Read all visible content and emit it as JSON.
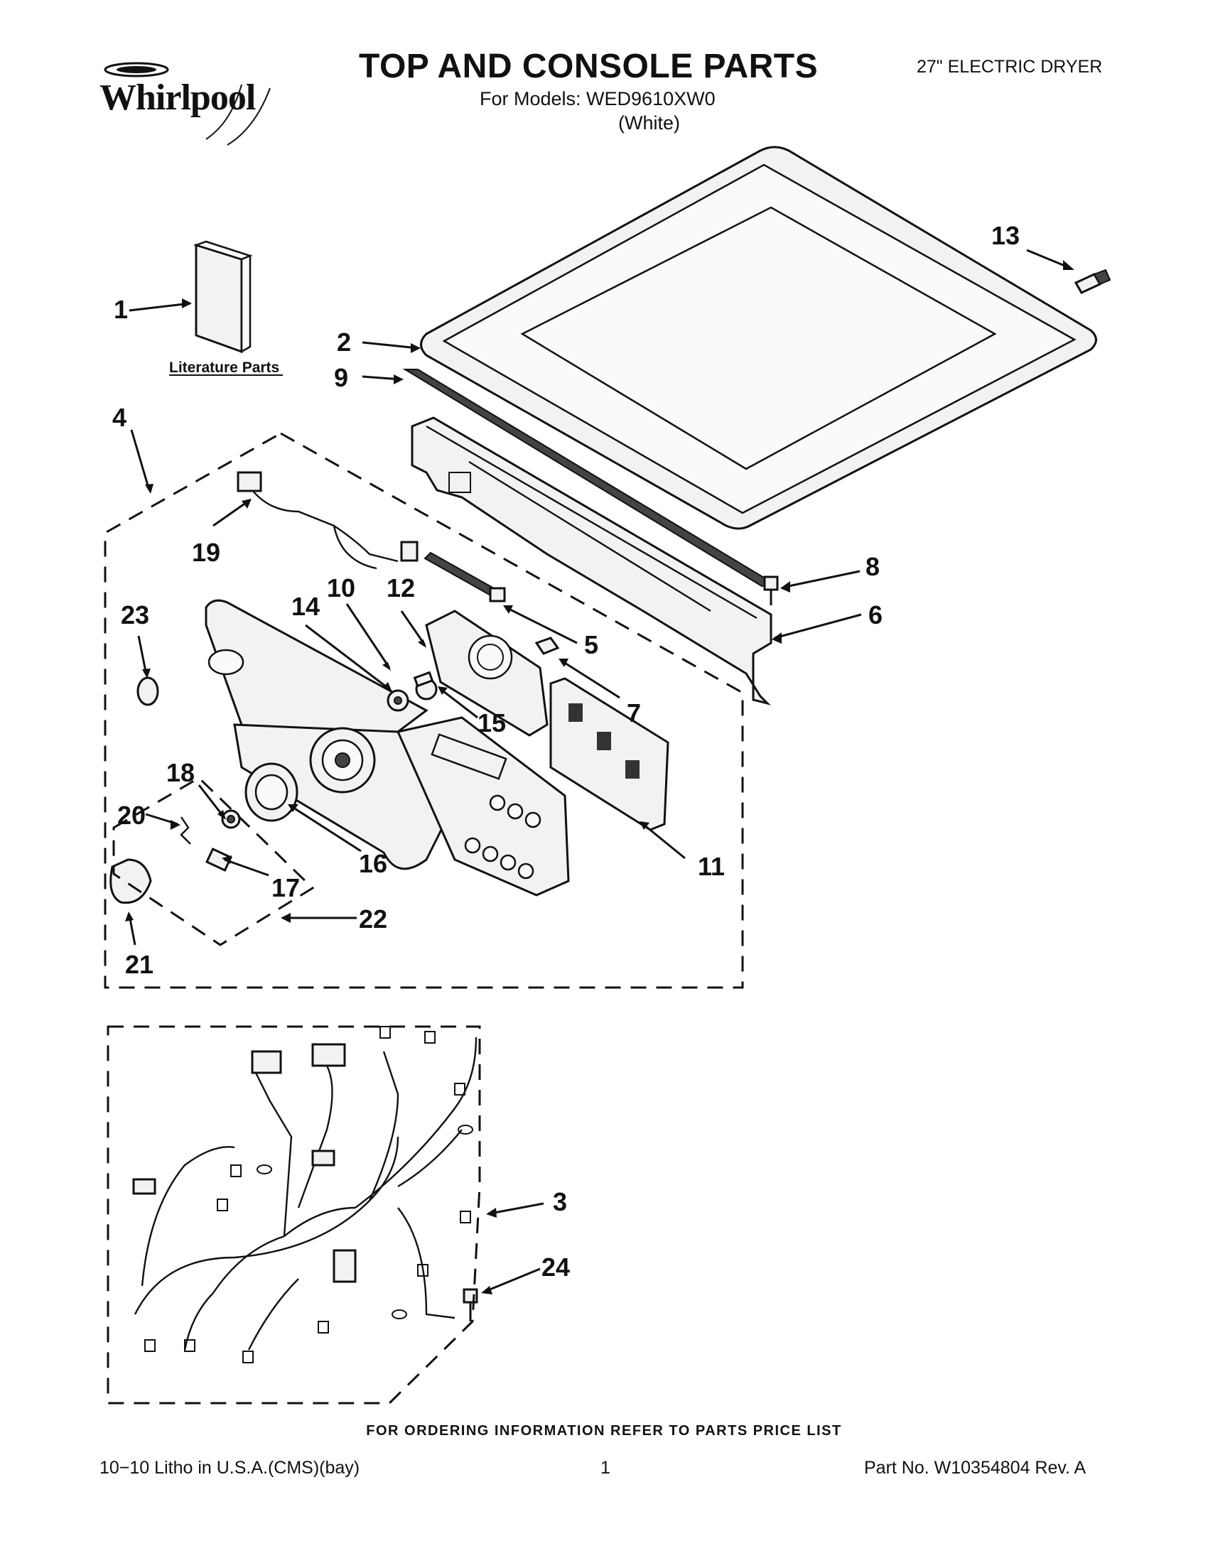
{
  "header": {
    "brand": "Whirlpool",
    "title": "TOP AND CONSOLE PARTS",
    "models": "For Models: WED9610XW0",
    "color": "(White)",
    "product_type": "27\" ELECTRIC DRYER"
  },
  "diagram": {
    "literature_label": "Literature Parts",
    "callouts": [
      "1",
      "2",
      "3",
      "4",
      "5",
      "6",
      "7",
      "8",
      "9",
      "10",
      "11",
      "12",
      "13",
      "14",
      "15",
      "16",
      "17",
      "18",
      "19",
      "20",
      "21",
      "22",
      "23",
      "24"
    ]
  },
  "footer": {
    "ordering_info": "FOR ORDERING INFORMATION REFER TO PARTS PRICE LIST",
    "litho": "10−10 Litho in U.S.A.(CMS)(bay)",
    "page": "1",
    "part_no": "Part No. W10354804 Rev. A"
  },
  "colors": {
    "ink": "#111111",
    "paper": "#ffffff",
    "shade": "#f2f2f2"
  }
}
